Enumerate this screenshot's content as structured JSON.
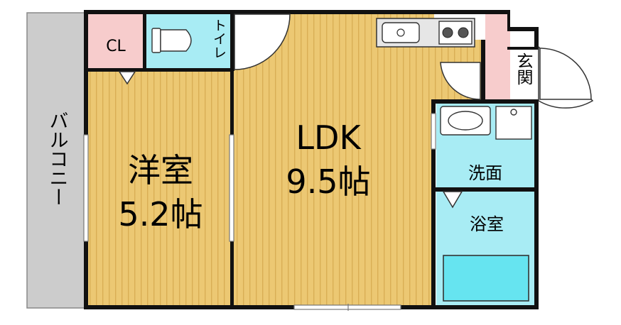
{
  "rooms": {
    "western_room": {
      "name": "洋室",
      "size": "5.2帖"
    },
    "ldk": {
      "name": "LDK",
      "size": "9.5帖"
    },
    "closet": {
      "name": "CL"
    },
    "toilet": {
      "name": "トイレ"
    },
    "entrance": {
      "name": "玄関"
    },
    "washroom": {
      "name": "洗面"
    },
    "bathroom": {
      "name": "浴室"
    },
    "balcony": {
      "name": "バルコニー"
    }
  },
  "colors": {
    "floor_wood": "#ecc873",
    "floor_stripe": "#d9ae55",
    "closet": "#f7cccc",
    "water": "#a8ecf4",
    "bathtub": "#66e4f0",
    "balcony": "#cccccc",
    "wall": "#111111"
  }
}
